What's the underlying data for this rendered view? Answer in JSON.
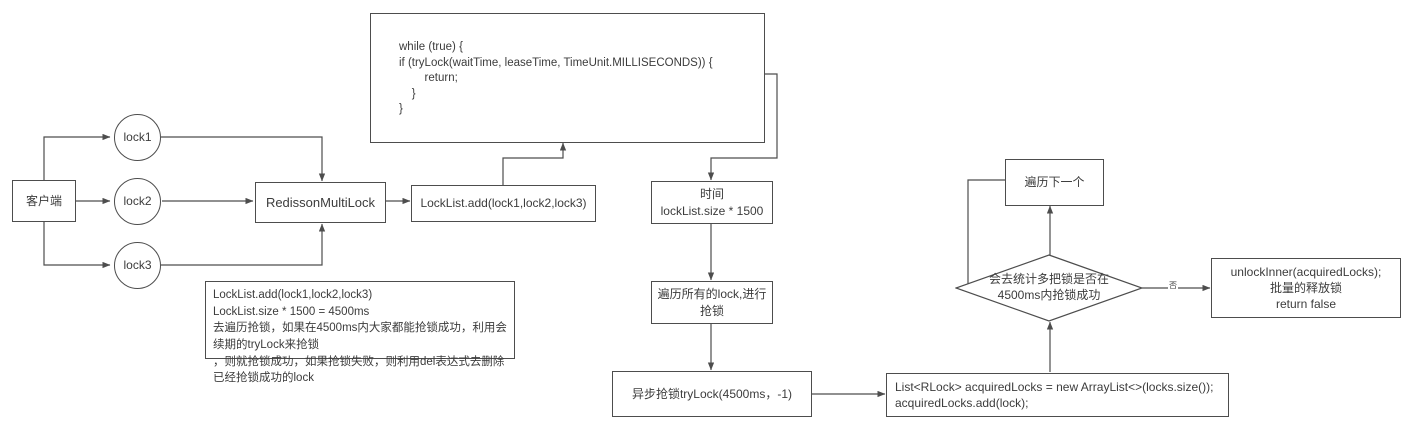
{
  "diagram": {
    "title": "RedissonMultiLock tryLock flow",
    "style": {
      "line_color": "#4d4d4d",
      "text_color": "#3c3c3c",
      "node_fill": "#ffffff",
      "background": "#ffffff"
    },
    "nodes": {
      "client": "客户端",
      "lock1": "lock1",
      "lock2": "lock2",
      "lock3": "lock3",
      "redisson_multi_lock": "RedissonMultiLock",
      "code_block": "while (true) {\nif (tryLock(waitTime, leaseTime, TimeUnit.MILLISECONDS)) {\n        return;\n    }\n}",
      "lock_list_add": "LockList.add(lock1,lock2,lock3)",
      "note": "LockList.add(lock1,lock2,lock3)\nLockList.size * 1500 = 4500ms\n去遍历抢锁，如果在4500ms内大家都能抢锁成功，利用会续期的tryLock来抢锁\n，则就抢锁成功，如果抢锁失败，则利用del表达式去删除已经抢锁成功的lock",
      "time_box": "时间\nlockList.size * 1500",
      "traverse_locks": "遍历所有的lock,进行\n抢锁",
      "async_trylock": "异步抢锁tryLock(4500ms，-1)",
      "acquired_locks": "List<RLock> acquiredLocks = new ArrayList<>(locks.size());\n acquiredLocks.add(lock);",
      "traverse_next": "遍历下一个",
      "decision": "会去统计多把锁是否在\n4500ms内抢锁成功",
      "unlock_inner": "unlockInner(acquiredLocks);\n批量的释放锁\nreturn false"
    },
    "edge_labels": {
      "decision_no": "否"
    }
  }
}
